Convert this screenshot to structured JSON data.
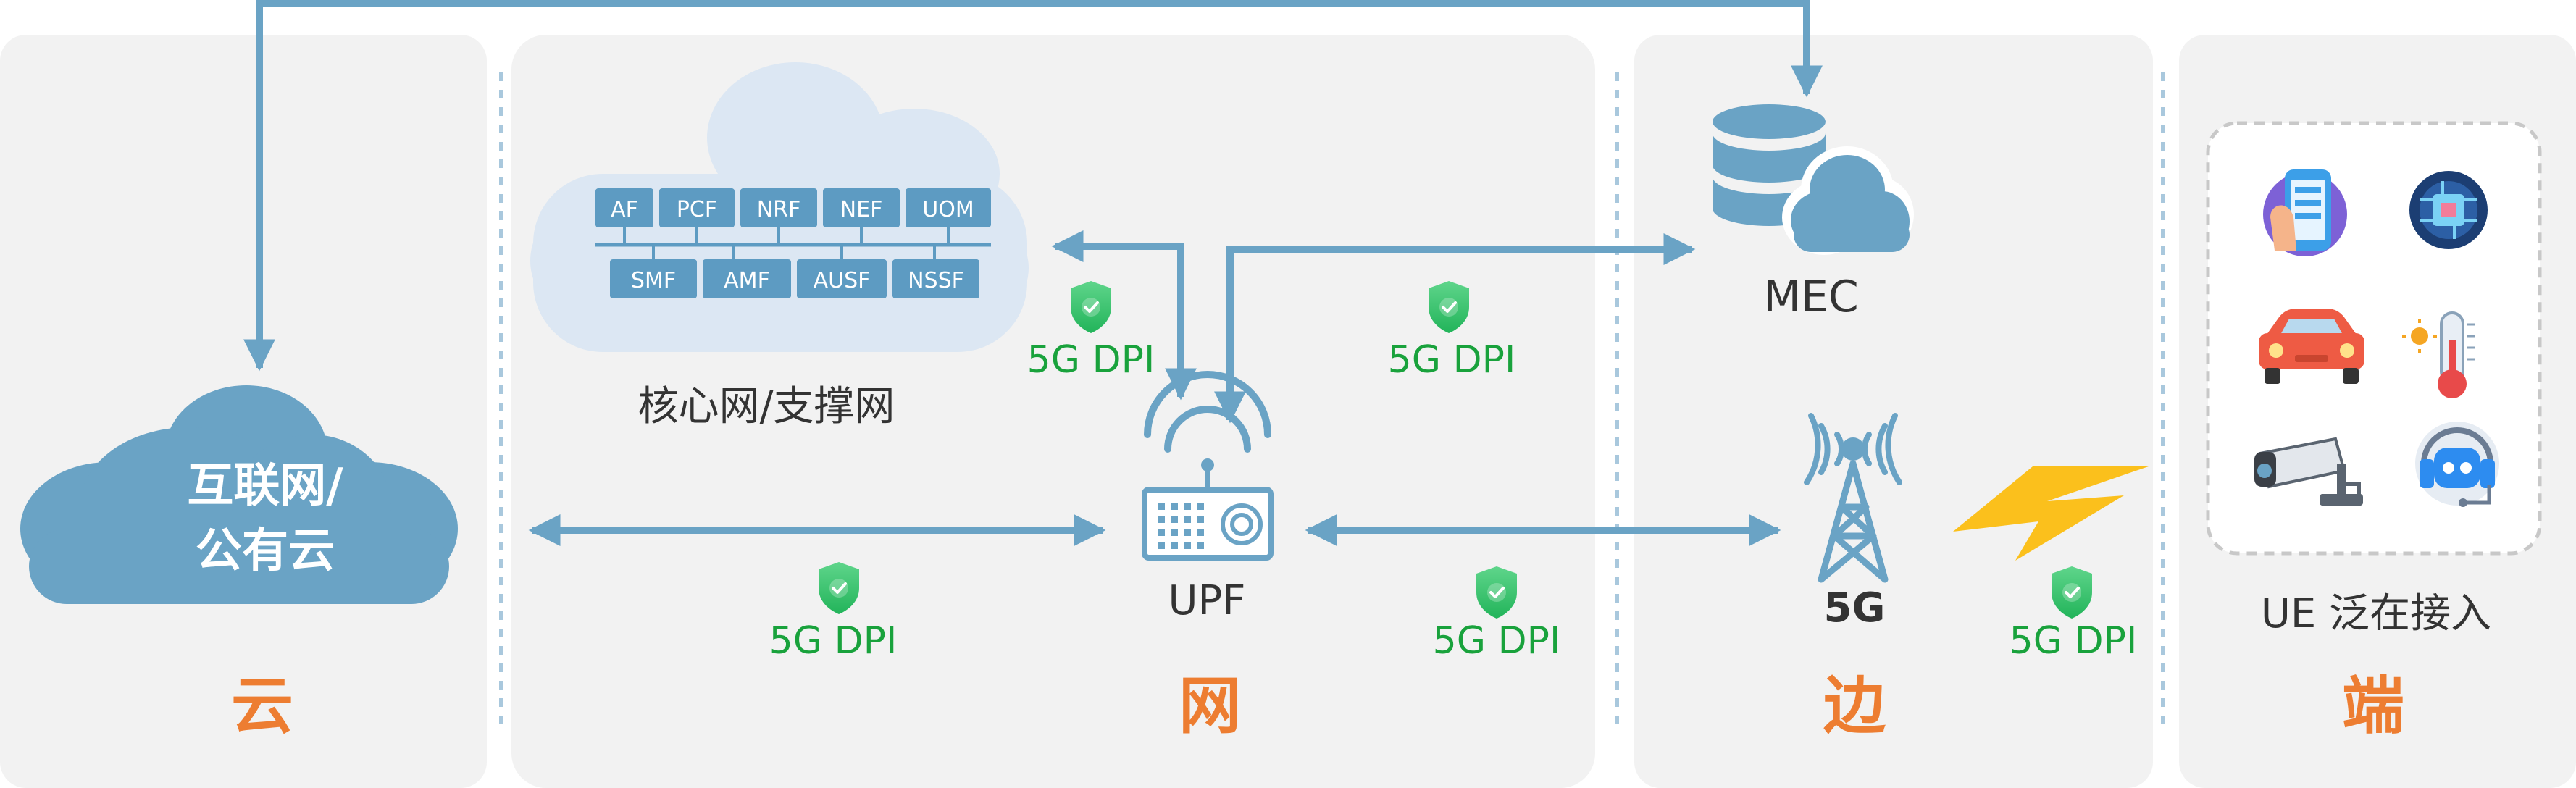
{
  "zones": {
    "cloud": "云",
    "network": "网",
    "edge": "边",
    "terminal": "端"
  },
  "internet_cloud": {
    "line1": "互联网/",
    "line2": "公有云"
  },
  "core_network": {
    "label": "核心网/支撑网",
    "functions_top": [
      "AF",
      "PCF",
      "NRF",
      "NEF",
      "UOM"
    ],
    "functions_bottom": [
      "SMF",
      "AMF",
      "AUSF",
      "NSSF"
    ]
  },
  "upf": {
    "label": "UPF"
  },
  "mec": {
    "label": "MEC"
  },
  "base_station": {
    "label": "5G"
  },
  "ue": {
    "label": "UE 泛在接入"
  },
  "dpi_badges": [
    "5G DPI",
    "5G DPI",
    "5G DPI",
    "5G DPI",
    "5G DPI"
  ],
  "colors": {
    "zone_bg": "#f2f2f2",
    "accent_blue": "#6aa3c5",
    "zone_title_orange": "#ed7d31",
    "dpi_green": "#19a23c",
    "lightning": "#fbc01c",
    "core_cloud": "#dce7f3"
  },
  "icons": {
    "ue_devices": [
      "smartphone-icon",
      "chip-icon",
      "car-icon",
      "thermometer-icon",
      "security-camera-icon",
      "robot-headset-icon"
    ]
  }
}
